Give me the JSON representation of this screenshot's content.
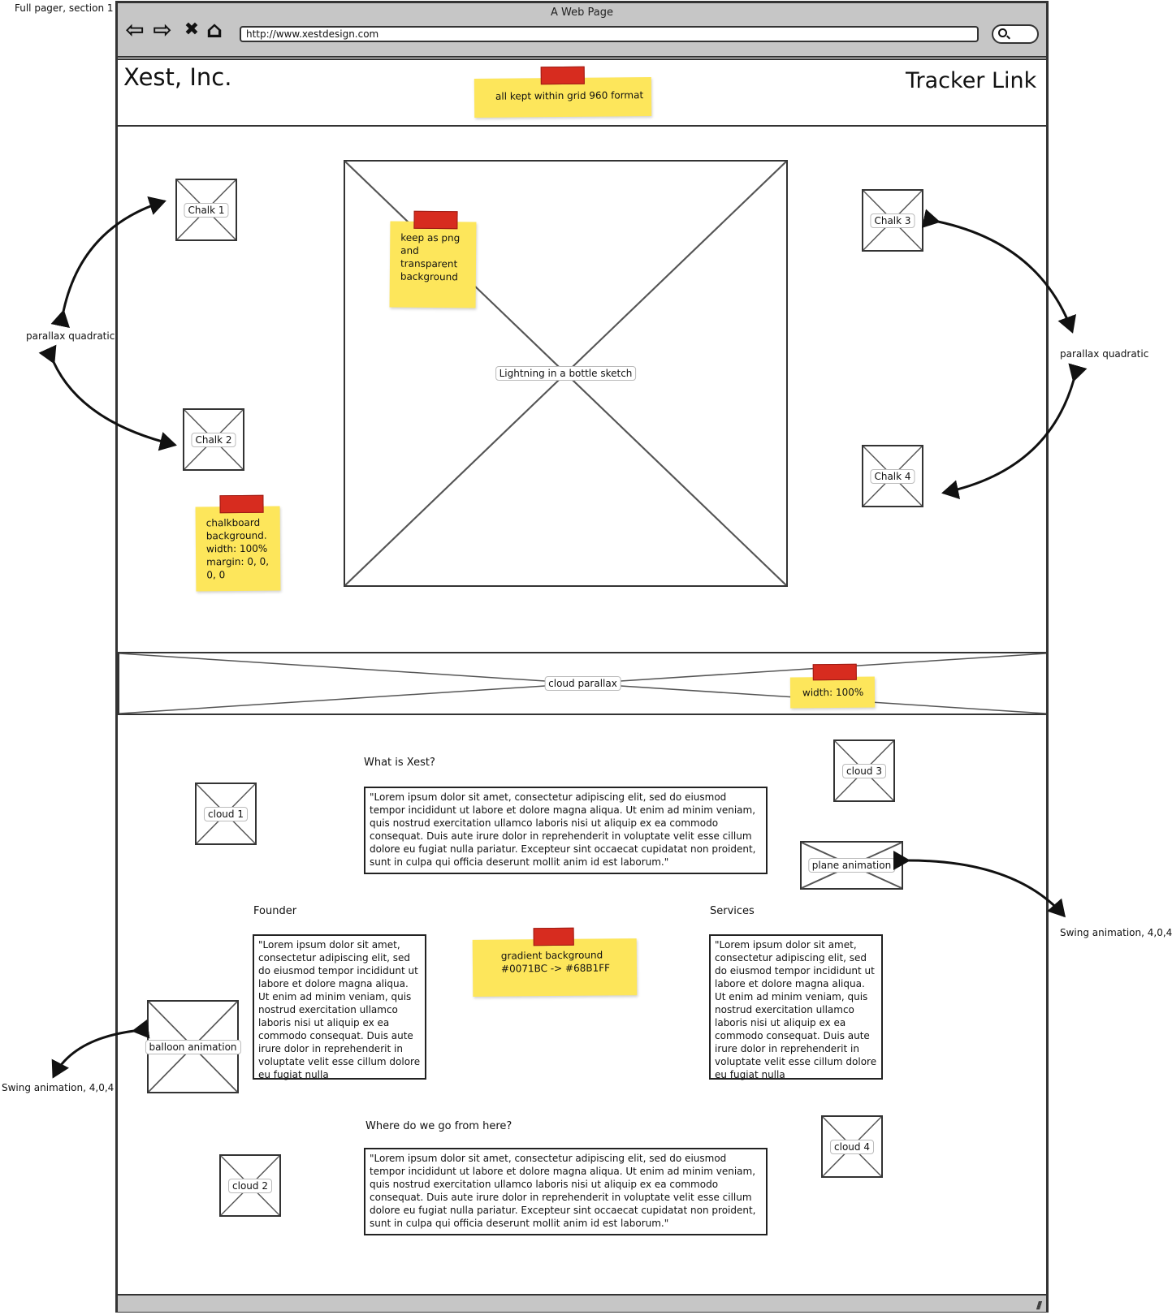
{
  "corner_label": "Full pager, section 1",
  "browser": {
    "window_title": "A Web Page",
    "url": "http://www.xestdesign.com",
    "nav_back": "⇦",
    "nav_forward": "⇨",
    "nav_stop": "✖",
    "nav_home": "⌂"
  },
  "header": {
    "logo": "Xest, Inc.",
    "tracker_link": "Tracker Link"
  },
  "stickies": {
    "grid_note": "all kept within grid 960 format",
    "png_note": "keep as png and transparent background",
    "chalkboard_note": "chalkboard background. width: 100% margin: 0, 0, 0, 0",
    "width_note": "width: 100%",
    "gradient_note": "gradient background #0071BC -> #68B1FF"
  },
  "placeholders": {
    "chalk1": "Chalk 1",
    "chalk2": "Chalk 2",
    "chalk3": "Chalk 3",
    "chalk4": "Chalk 4",
    "main_sketch": "Lightning in a bottle sketch",
    "cloud_parallax": "cloud parallax",
    "cloud1": "cloud 1",
    "cloud2": "cloud 2",
    "cloud3": "cloud 3",
    "cloud4": "cloud 4",
    "plane": "plane animation",
    "balloon": "balloon animation"
  },
  "annotations": {
    "parallax_left": "parallax quadratic",
    "parallax_right": "parallax quadratic",
    "swing_right": "Swing animation, 4,0,4",
    "swing_left": "Swing animation, 4,0,4"
  },
  "content": {
    "what_heading": "What is Xest?",
    "what_text": "\"Lorem ipsum dolor sit amet, consectetur adipiscing elit, sed do eiusmod tempor incididunt ut labore et dolore magna aliqua. Ut enim ad minim veniam, quis nostrud exercitation ullamco laboris nisi ut aliquip ex ea commodo consequat. Duis aute irure dolor in reprehenderit in voluptate velit esse cillum dolore eu fugiat nulla pariatur. Excepteur sint occaecat cupidatat non proident, sunt in culpa qui officia deserunt mollit anim id est laborum.\"",
    "founder_heading": "Founder",
    "founder_text": "\"Lorem ipsum dolor sit amet, consectetur adipiscing elit, sed do eiusmod tempor incididunt ut labore et dolore magna aliqua. Ut enim ad minim veniam, quis nostrud exercitation ullamco laboris nisi ut aliquip ex ea commodo consequat. Duis aute irure dolor in reprehenderit in voluptate velit esse cillum dolore eu fugiat nulla",
    "services_heading": "Services",
    "services_text": "\"Lorem ipsum dolor sit amet, consectetur adipiscing elit, sed do eiusmod tempor incididunt ut labore et dolore magna aliqua. Ut enim ad minim veniam, quis nostrud exercitation ullamco laboris nisi ut aliquip ex ea commodo consequat. Duis aute irure dolor in reprehenderit in voluptate velit esse cillum dolore eu fugiat nulla",
    "where_heading": "Where do we go from here?",
    "where_text": "\"Lorem ipsum dolor sit amet, consectetur adipiscing elit, sed do eiusmod tempor incididunt ut labore et dolore magna aliqua. Ut enim ad minim veniam, quis nostrud exercitation ullamco laboris nisi ut aliquip ex ea commodo consequat. Duis aute irure dolor in reprehenderit in voluptate velit esse cillum dolore eu fugiat nulla pariatur. Excepteur sint occaecat cupidatat non proident, sunt in culpa qui officia deserunt mollit anim id est laborum.\""
  },
  "colors": {
    "sticky": "#fde65b",
    "tape": "#d72c1f",
    "chrome": "#c6c6c6",
    "outline": "#333333"
  }
}
